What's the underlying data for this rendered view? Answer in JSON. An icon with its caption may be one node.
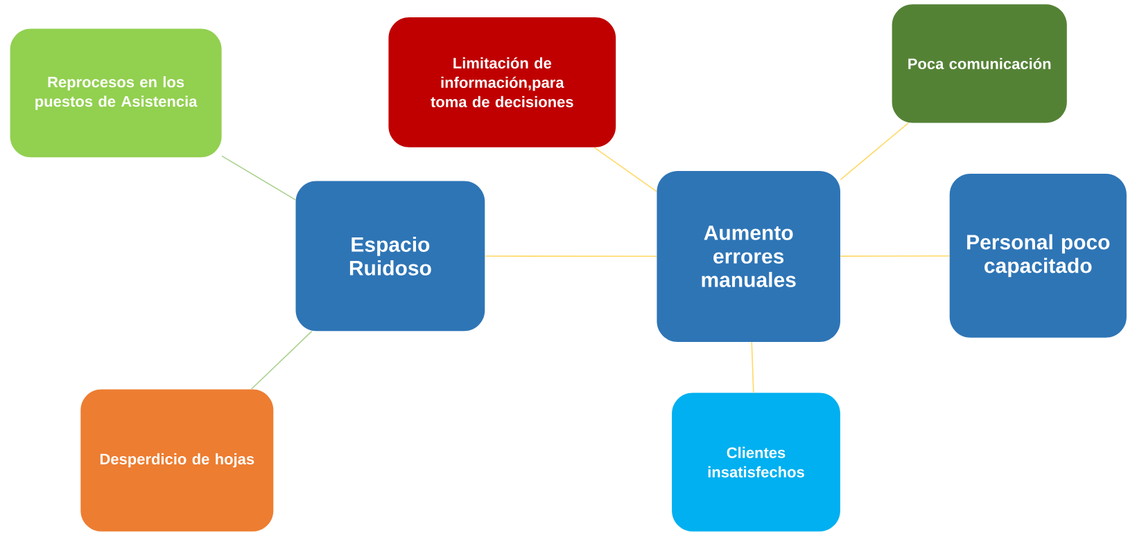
{
  "diagram": {
    "nodes": [
      {
        "text": [
          "Reprocesos en los puestos de Asistencia"
        ]
      },
      {
        "text": [
          "Limitación de información,para toma de decisiones"
        ]
      },
      {
        "text": [
          "Poca comunicación"
        ]
      },
      {
        "text": [
          "Espacio Ruidoso"
        ]
      },
      {
        "text": [
          "Aumento errores manuales"
        ]
      },
      {
        "text": [
          "Personal poco capacitado"
        ]
      },
      {
        "text": [
          "Desperdicio de hojas"
        ]
      },
      {
        "text": [
          "Clientes insatisfechos"
        ]
      }
    ],
    "edges": [
      {
        "from": 3,
        "to": 0,
        "arrow": "none",
        "color": "#a9d18e"
      },
      {
        "from": 3,
        "to": 6,
        "arrow": "none",
        "color": "#a9d18e"
      },
      {
        "from": 3,
        "to": 4,
        "arrow": "none"
      },
      {
        "from": 4,
        "to": 1,
        "arrow": "none"
      },
      {
        "from": 4,
        "to": 2,
        "arrow": "none"
      },
      {
        "from": 4,
        "to": 5,
        "arrow": "none"
      },
      {
        "from": 4,
        "to": 7,
        "arrow": "none"
      }
    ]
  }
}
